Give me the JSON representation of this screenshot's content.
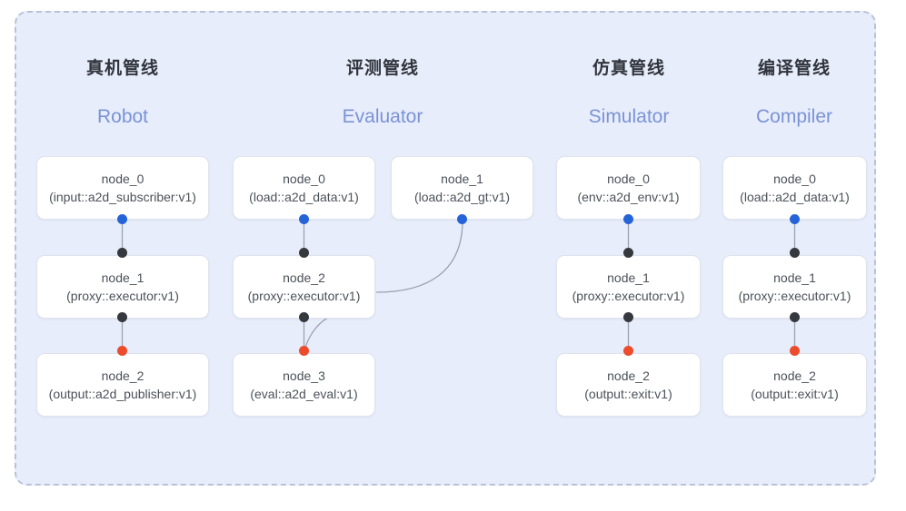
{
  "diagram": {
    "background_color": "#e8edfb",
    "border_color": "#b9c2d6",
    "accent_blue": "#7a93d6",
    "port_in_color": "#2563d9",
    "port_mid_color": "#35383d",
    "port_out_color": "#ec4b2c",
    "edge_color": "#9aa1b0"
  },
  "columns": [
    {
      "id": "robot",
      "title_cn": "真机管线",
      "title_en": "Robot",
      "nodes": [
        {
          "name": "node_0",
          "type": "(input::a2d_subscriber:v1)"
        },
        {
          "name": "node_1",
          "type": "(proxy::executor:v1)"
        },
        {
          "name": "node_2",
          "type": "(output::a2d_publisher:v1)"
        }
      ]
    },
    {
      "id": "evaluator",
      "title_cn": "评测管线",
      "title_en": "Evaluator",
      "nodes": [
        {
          "name": "node_0",
          "type": "(load::a2d_data:v1)"
        },
        {
          "name": "node_1",
          "type": "(load::a2d_gt:v1)"
        },
        {
          "name": "node_2",
          "type": "(proxy::executor:v1)"
        },
        {
          "name": "node_3",
          "type": "(eval::a2d_eval:v1)"
        }
      ]
    },
    {
      "id": "simulator",
      "title_cn": "仿真管线",
      "title_en": "Simulator",
      "nodes": [
        {
          "name": "node_0",
          "type": "(env::a2d_env:v1)"
        },
        {
          "name": "node_1",
          "type": "(proxy::executor:v1)"
        },
        {
          "name": "node_2",
          "type": "(output::exit:v1)"
        }
      ]
    },
    {
      "id": "compiler",
      "title_cn": "编译管线",
      "title_en": "Compiler",
      "nodes": [
        {
          "name": "node_0",
          "type": "(load::a2d_data:v1)"
        },
        {
          "name": "node_1",
          "type": "(proxy::executor:v1)"
        },
        {
          "name": "node_2",
          "type": "(output::exit:v1)"
        }
      ]
    }
  ]
}
